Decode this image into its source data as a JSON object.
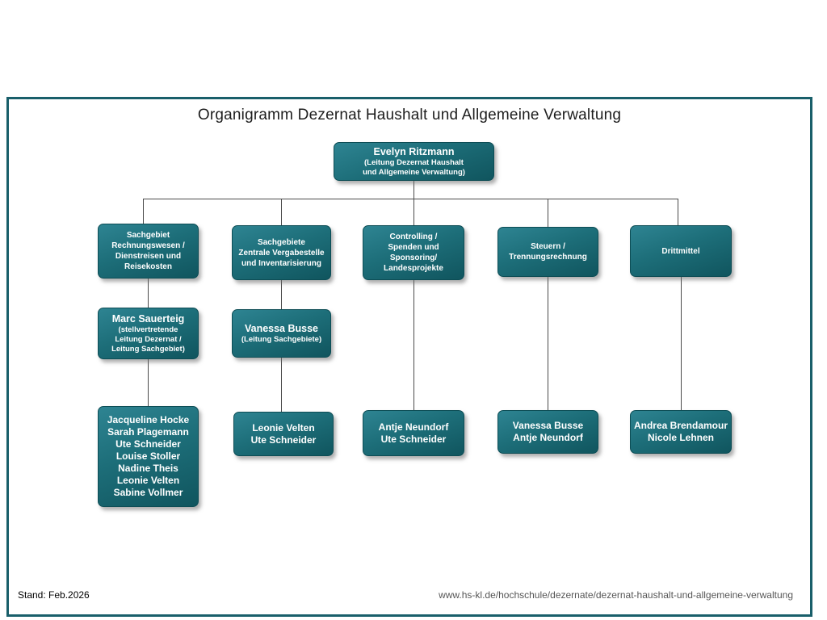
{
  "page": {
    "title": "Organigramm Dezernat Haushalt und Allgemeine Verwaltung",
    "footer_left": "Stand: Feb.2026",
    "footer_right": "www.hs-kl.de/hochschule/dezernate/dezernat-haushalt-und-allgemeine-verwaltung"
  },
  "colors": {
    "box_teal_top": "#2e8492",
    "box_teal_bottom": "#10555e",
    "frame_border": "#195f6a",
    "connector": "#4a4a4a",
    "box_text": "#ffffff"
  },
  "root_box": {
    "name": "Evelyn Ritzmann",
    "role_lines": [
      "(Leitung Dezernat Haushalt",
      "und Allgemeine Verwaltung)"
    ]
  },
  "columns": [
    {
      "dept_lines": [
        "Sachgebiet",
        "Rechnungswesen /",
        "Dienstreisen und",
        "Reisekosten"
      ],
      "lead_name": "Marc Sauerteig",
      "lead_role_lines": [
        "(stellvertretende",
        "Leitung Dezernat /",
        "Leitung Sachgebiet)"
      ],
      "staff": [
        "Jacqueline Hocke",
        "Sarah Plagemann",
        "Ute Schneider",
        "Louise Stoller",
        "Nadine Theis",
        "Leonie Velten",
        "Sabine Vollmer"
      ]
    },
    {
      "dept_lines": [
        "Sachgebiete",
        "Zentrale Vergabestelle",
        "und Inventarisierung"
      ],
      "lead_name": "Vanessa Busse",
      "lead_role_lines": [
        "(Leitung Sachgebiete)"
      ],
      "staff": [
        "Leonie Velten",
        "Ute Schneider"
      ]
    },
    {
      "dept_lines": [
        "Controlling /",
        "Spenden und Sponsoring/",
        "Landesprojekte"
      ],
      "staff": [
        "Antje Neundorf",
        "Ute Schneider"
      ]
    },
    {
      "dept_lines": [
        "Steuern /",
        "Trennungsrechnung"
      ],
      "staff": [
        "Vanessa Busse",
        "Antje Neundorf"
      ]
    },
    {
      "dept_lines": [
        "Drittmittel"
      ],
      "staff": [
        "Andrea Brendamour",
        "Nicole Lehnen"
      ]
    }
  ]
}
